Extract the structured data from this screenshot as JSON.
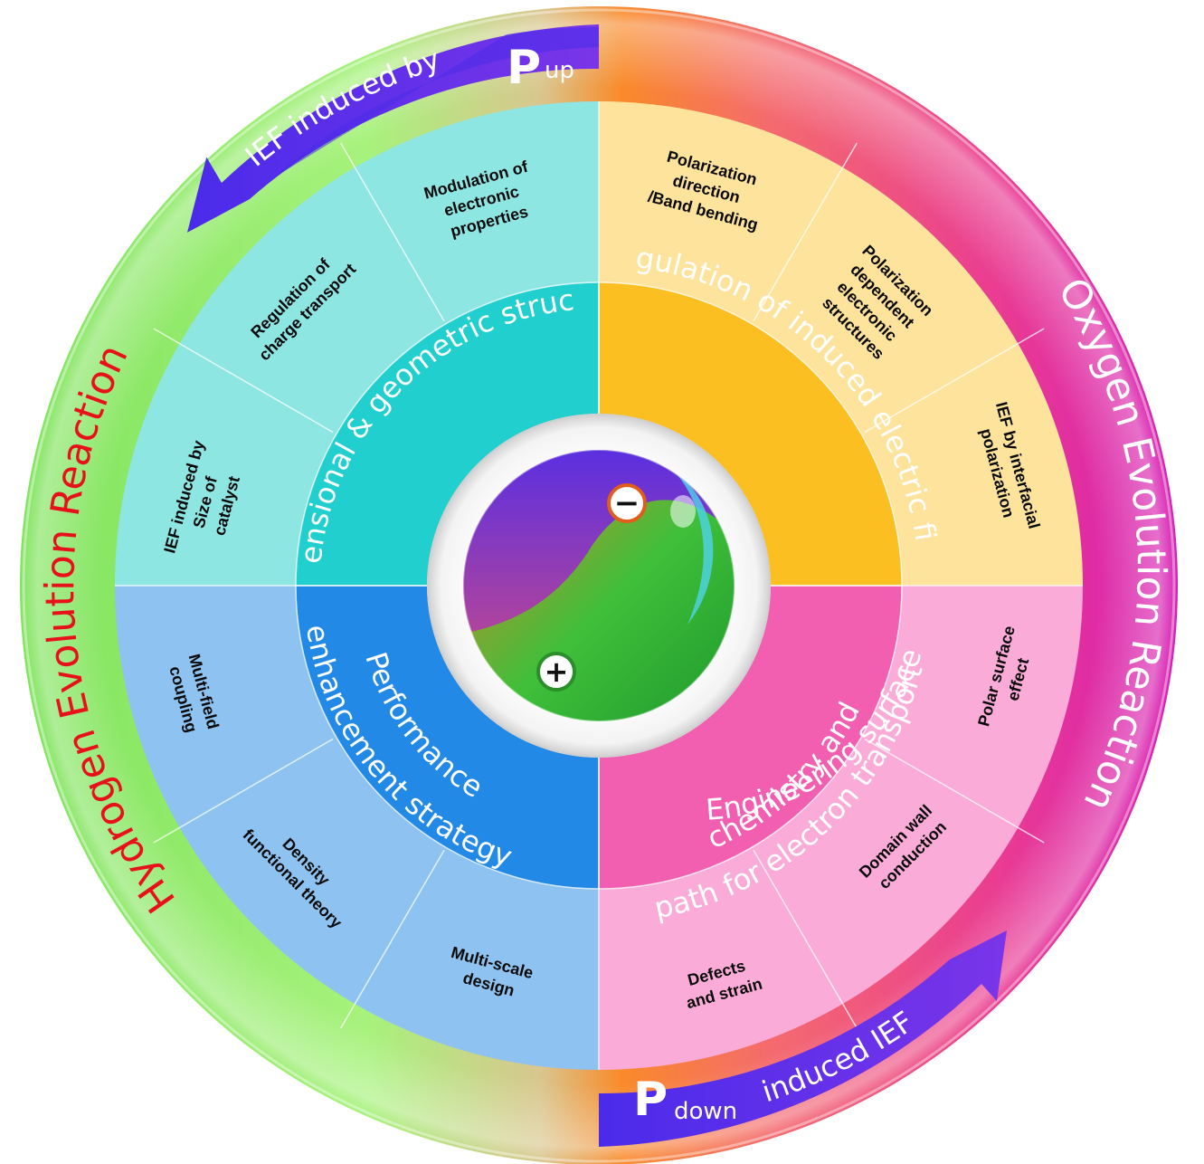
{
  "ring": {
    "left_title": "Hydrogen Evolution Reaction",
    "right_title": "Oxygen Evolution Reaction"
  },
  "arrows": {
    "top": {
      "text": "IEF induced by",
      "p": "P",
      "sub": "up"
    },
    "bottom": {
      "text": "induced IEF",
      "p": "P",
      "sub": "down"
    }
  },
  "quadrants": {
    "top_left": {
      "title": "Dimensional & geometric structure",
      "segments": [
        "Modulation of electronic properties",
        "Regulation of charge transport",
        "IEF induced by Size of catalyst"
      ]
    },
    "top_right": {
      "title": "Regulation of induced electric field",
      "segments": [
        "Polarization direction /Band bending",
        "Polarization dependent electronic structures",
        "IEF by interfacial polarization"
      ]
    },
    "bottom_left": {
      "title": "Performance enhancement strategy",
      "segments": [
        "Multi-field coupling",
        "Density functional theory",
        "Multi-scale design"
      ]
    },
    "bottom_right": {
      "title": "Engineering surface chemistry and path for electron transport",
      "segments": [
        "Polar surface effect",
        "Domain wall conduction",
        "Defects and strain"
      ]
    }
  },
  "center": {
    "minus": "−",
    "plus": "+"
  },
  "colors": {
    "her_green": "#86e86a",
    "oer_magenta": "#e0249a",
    "title_red": "#e8101a",
    "teal_dark": "#22cfcf",
    "teal_light": "#8ee6e3",
    "yellow_dark": "#fbbf22",
    "yellow_light": "#fde39c",
    "blue_dark": "#2289e6",
    "blue_light": "#8dc2f1",
    "pink_dark": "#f35fb0",
    "pink_light": "#fbabd7",
    "arrow_purple": "#5a2be0"
  }
}
